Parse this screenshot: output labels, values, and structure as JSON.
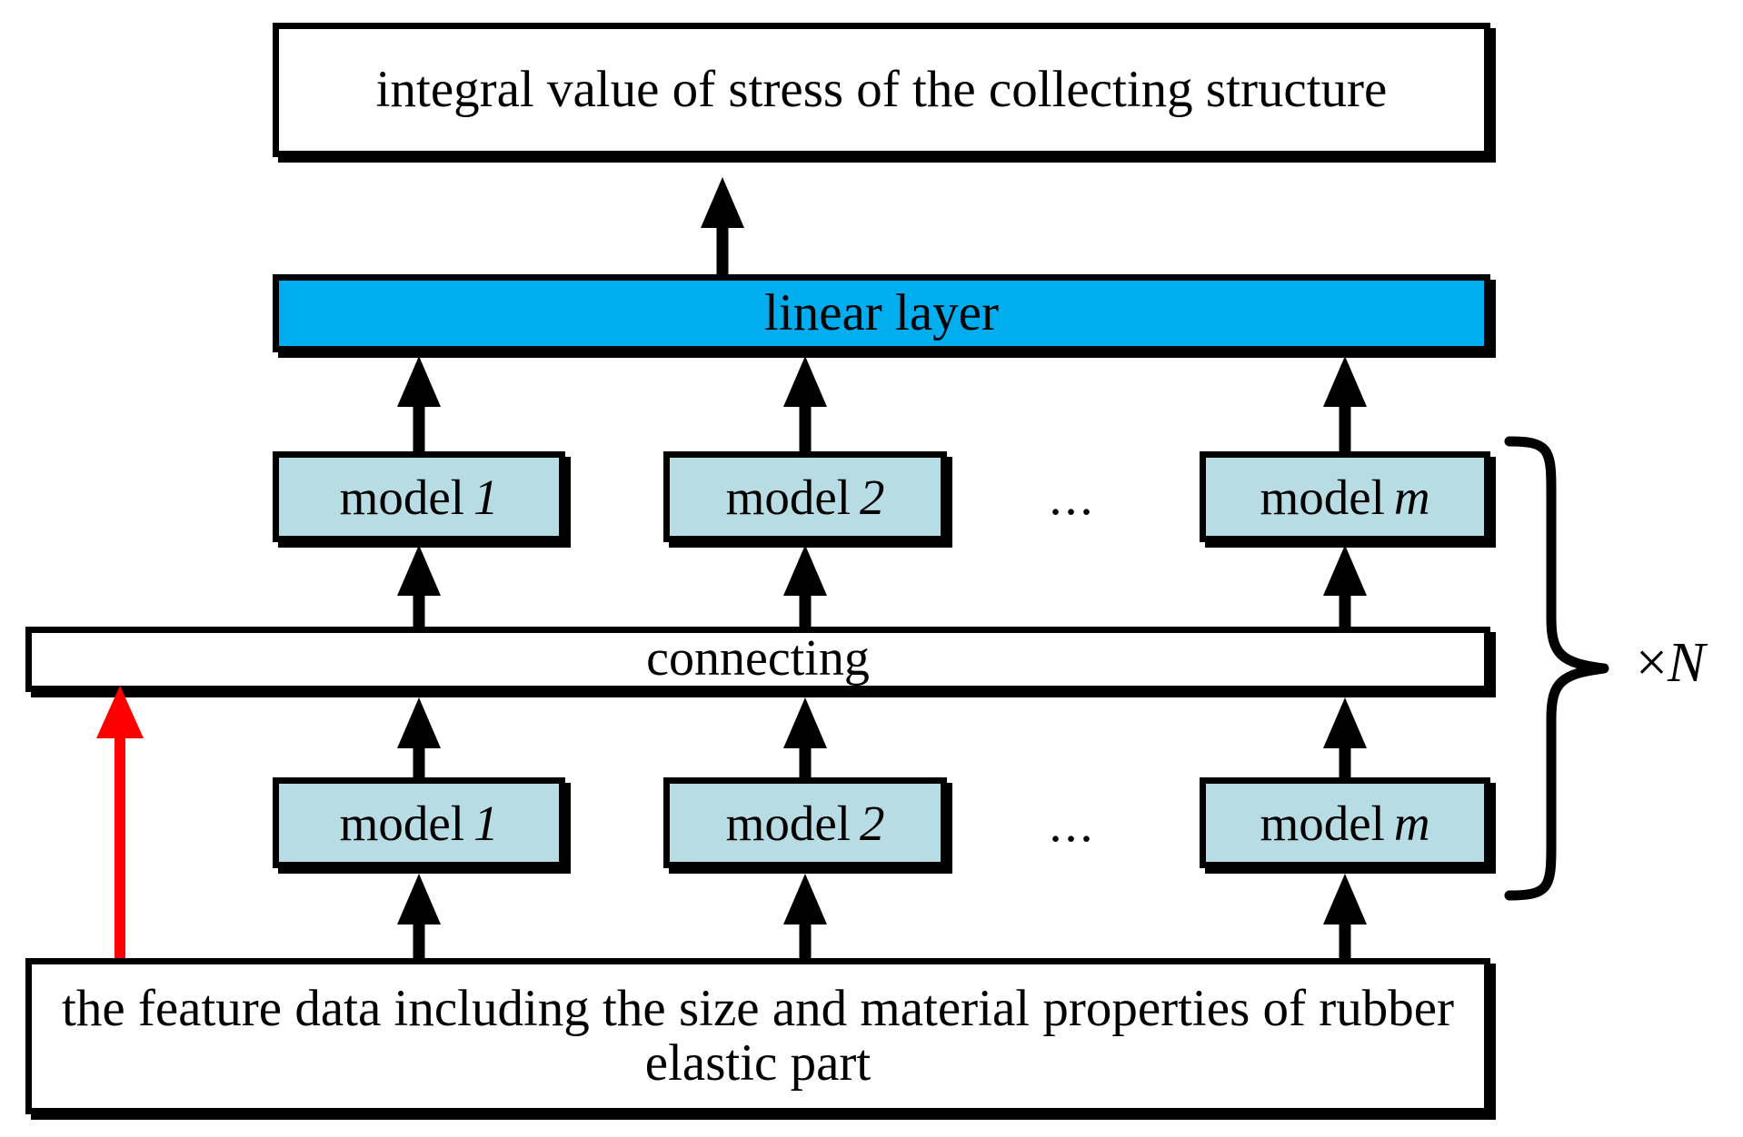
{
  "diagram": {
    "title_text": "integral value of stress of the collecting structure",
    "output_box": {
      "label": "integral value of stress of the collecting structure"
    },
    "linear_layer": {
      "label": "linear layer",
      "fill_color": "#00AEEF"
    },
    "connecting": {
      "label": "connecting",
      "fill_color": "#FFFFFF"
    },
    "input_box": {
      "label": "the feature data including the size and material properties of rubber elastic part"
    },
    "model_fill_color": "#B8DCE4",
    "upper_models": [
      {
        "label": "model",
        "index": "1"
      },
      {
        "label": "model",
        "index": "2"
      },
      {
        "label": "model",
        "index": "m"
      }
    ],
    "lower_models": [
      {
        "label": "model",
        "index": "1"
      },
      {
        "label": "model",
        "index": "2"
      },
      {
        "label": "model",
        "index": "m"
      }
    ],
    "ellipsis": "...",
    "repeat": {
      "multiplier": "×",
      "count_symbol": "N"
    },
    "feedback_arrow": {
      "color": "#FF0000"
    },
    "flow_arrow_color": "#000000"
  }
}
